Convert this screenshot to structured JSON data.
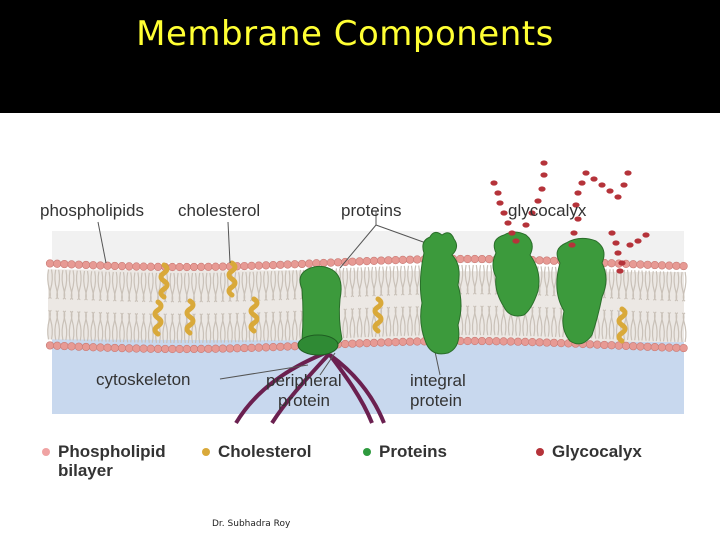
{
  "title": "Membrane Components",
  "labels": {
    "phospholipids": "phospholipids",
    "cholesterol": "cholesterol",
    "proteins": "proteins",
    "glycocalyx": "glycocalyx",
    "cytoskeleton": "cytoskeleton",
    "peripheral_protein": [
      "peripheral",
      "protein"
    ],
    "integral_protein": [
      "integral",
      "protein"
    ]
  },
  "legend": [
    {
      "label": "Phospholipid bilayer",
      "line1": "Phospholipid",
      "line2": "bilayer",
      "color": "#f0a3a3"
    },
    {
      "label": "Cholesterol",
      "line1": "Cholesterol",
      "color": "#d9a93a"
    },
    {
      "label": "Proteins",
      "line1": "Proteins",
      "color": "#2e9a3e"
    },
    {
      "label": "Glycocalyx",
      "line1": "Glycocalyx",
      "color": "#b5333a"
    }
  ],
  "credit": "Dr. Subhadra Roy",
  "colors": {
    "title": "#ffff33",
    "head": "#e79a94",
    "tail": "#d8d0c8",
    "cytosol": "#c8d8ee",
    "protein": "#3c9a3c",
    "cholesterol": "#d9a93a",
    "glycocalyx": "#b5333a",
    "cytoskeleton": "#6b2050"
  }
}
